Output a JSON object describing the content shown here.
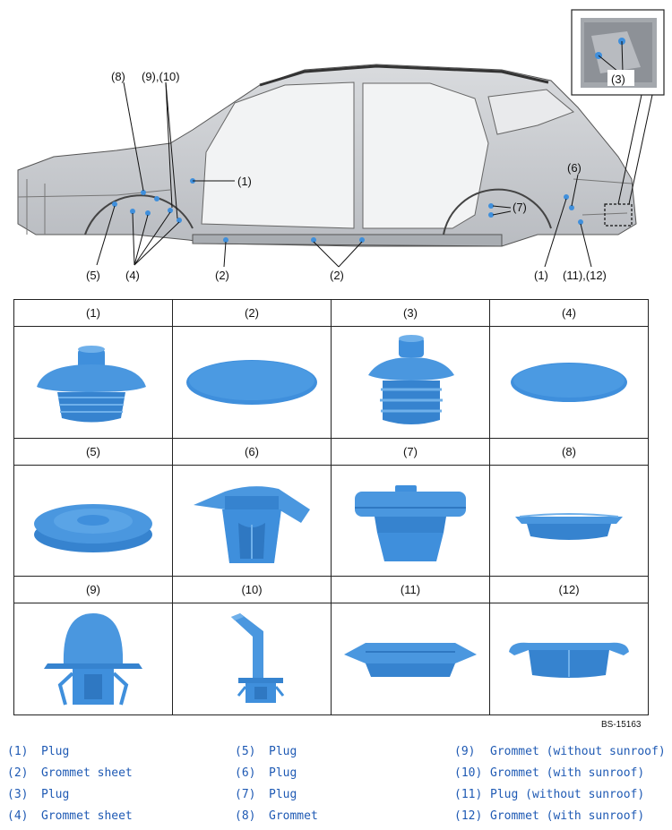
{
  "callouts": {
    "c8": "(8)",
    "c9_10": "(9),(10)",
    "c1_front": "(1)",
    "c5": "(5)",
    "c4": "(4)",
    "c2_a": "(2)",
    "c2_b": "(2)",
    "c7": "(7)",
    "c6": "(6)",
    "c1_rear": "(1)",
    "c11_12": "(11),(12)",
    "c3_inset": "(3)"
  },
  "grid": {
    "row1": [
      "(1)",
      "(2)",
      "(3)",
      "(4)"
    ],
    "row2": [
      "(5)",
      "(6)",
      "(7)",
      "(8)"
    ],
    "row3": [
      "(9)",
      "(10)",
      "(11)",
      "(12)"
    ]
  },
  "figure_code": "BS-15163",
  "legend": {
    "col1": [
      {
        "num": "(1)",
        "label": "Plug"
      },
      {
        "num": "(2)",
        "label": "Grommet sheet"
      },
      {
        "num": "(3)",
        "label": "Plug"
      },
      {
        "num": "(4)",
        "label": "Grommet sheet"
      }
    ],
    "col2": [
      {
        "num": "(5)",
        "label": "Plug"
      },
      {
        "num": "(6)",
        "label": "Plug"
      },
      {
        "num": "(7)",
        "label": "Plug"
      },
      {
        "num": "(8)",
        "label": "Grommet"
      }
    ],
    "col3": [
      {
        "num": "(9)",
        "label": "Grommet (without sunroof)"
      },
      {
        "num": "(10)",
        "label": "Grommet (with sunroof)"
      },
      {
        "num": "(11)",
        "label": "Plug (without sunroof)"
      },
      {
        "num": "(12)",
        "label": "Grommet (with sunroof)"
      }
    ]
  },
  "colors": {
    "part_blue": "#3f8fdc",
    "legend_text": "#1f5ab4"
  }
}
